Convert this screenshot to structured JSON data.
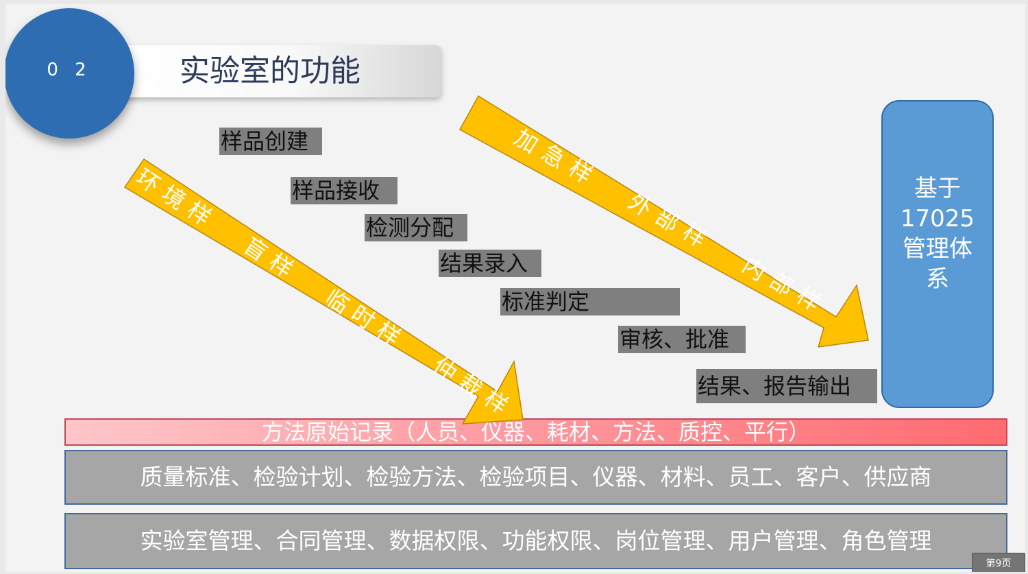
{
  "section": {
    "number": "0 2",
    "title": "实验室的功能"
  },
  "left_arrow": {
    "labels": [
      "环",
      "境",
      "样",
      "盲",
      "样",
      "临",
      "时",
      "样",
      "仲",
      "裁",
      "样"
    ]
  },
  "right_arrow": {
    "labels": [
      "加",
      "急",
      "样",
      "外",
      "部",
      "样",
      "内",
      "部",
      "样"
    ]
  },
  "workflow_steps": [
    "样品创建",
    "样品接收",
    "检测分配",
    "结果录入",
    "标准判定",
    "审核、批准",
    "结果、报告输出"
  ],
  "system_box": {
    "label": "基于17025管理体系"
  },
  "bands": {
    "method": "方法原始记录（人员、仪器、耗材、方法、质控、平行）",
    "basic_data": "质量标准、检验计划、检验方法、检验项目、仪器、材料、员工、客户、供应商",
    "admin": "实验室管理、合同管理、数据权限、功能权限、岗位管理、用户管理、角色管理"
  },
  "page_number": "第9页",
  "colors": {
    "circle": "#2e6db1",
    "arrow": "#ffc000",
    "system_box": "#5b9bd5",
    "step_bg": "#7f7f7f",
    "band_gray": "#a6a6a6",
    "band_method_end": "#ff6b70"
  }
}
